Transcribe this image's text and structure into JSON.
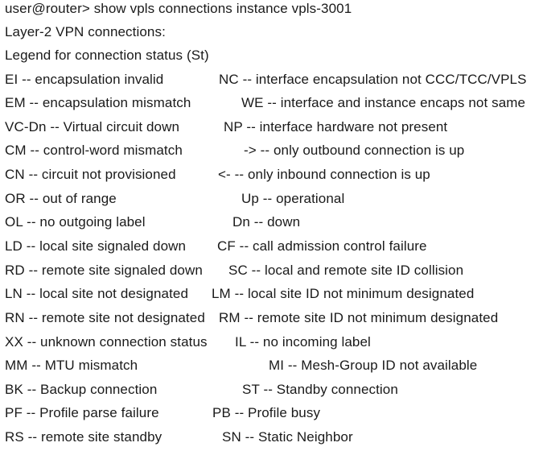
{
  "command": "user@router> show vpls connections instance vpls-3001",
  "heading": "Layer-2 VPN connections:",
  "legend_title": "Legend for connection status (St)",
  "legend": [
    {
      "left": "EI -- encapsulation invalid",
      "right": "NC -- interface encapsulation not CCC/TCC/VPLS"
    },
    {
      "left": "EM -- encapsulation mismatch",
      "right": "WE -- interface and instance encaps not same"
    },
    {
      "left": "VC-Dn -- Virtual circuit down",
      "right": "NP -- interface hardware not present"
    },
    {
      "left": "CM -- control-word mismatch",
      "right": "-> -- only outbound connection is up"
    },
    {
      "left": "CN -- circuit not provisioned",
      "right": "<- -- only inbound connection is up"
    },
    {
      "left": "OR -- out of range",
      "right": "Up -- operational"
    },
    {
      "left": "OL -- no outgoing label",
      "right": "Dn -- down"
    },
    {
      "left": "LD -- local site signaled down",
      "right": "CF -- call admission control failure"
    },
    {
      "left": "RD -- remote site signaled down",
      "right": "SC -- local and remote site ID collision"
    },
    {
      "left": "LN -- local site not designated",
      "right": "LM -- local site ID not minimum designated"
    },
    {
      "left": "RN -- remote site not designated",
      "right": "RM -- remote site ID not minimum designated"
    },
    {
      "left": "XX -- unknown connection status",
      "right": "IL -- no incoming label"
    },
    {
      "left": "MM -- MTU mismatch",
      "right": "MI -- Mesh-Group ID not available"
    },
    {
      "left": "BK -- Backup connection",
      "right": "ST -- Standby connection"
    },
    {
      "left": "PF -- Profile parse failure",
      "right": "PB -- Profile busy"
    },
    {
      "left": "RS -- remote site standby",
      "right": "SN -- Static Neighbor"
    }
  ]
}
